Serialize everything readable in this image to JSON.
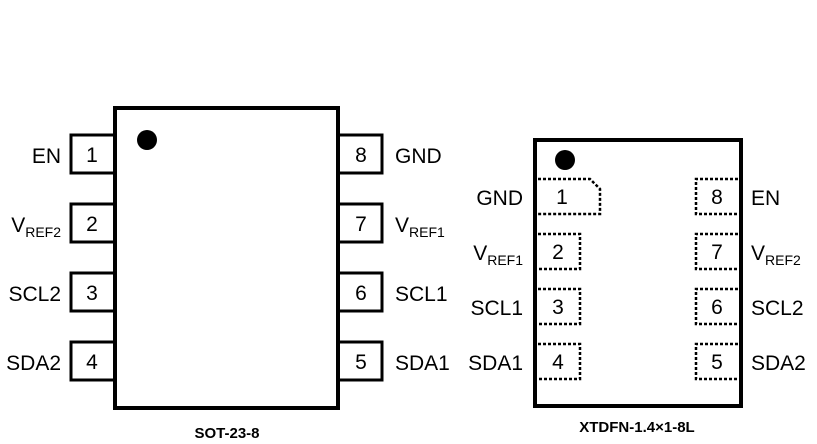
{
  "packages": [
    {
      "name": "SOT-23-8",
      "left_pins": [
        {
          "num": "1",
          "label": "EN",
          "sub": ""
        },
        {
          "num": "2",
          "label": "V",
          "sub": "REF2"
        },
        {
          "num": "3",
          "label": "SCL2",
          "sub": ""
        },
        {
          "num": "4",
          "label": "SDA2",
          "sub": ""
        }
      ],
      "right_pins": [
        {
          "num": "8",
          "label": "GND",
          "sub": ""
        },
        {
          "num": "7",
          "label": "V",
          "sub": "REF1"
        },
        {
          "num": "6",
          "label": "SCL1",
          "sub": ""
        },
        {
          "num": "5",
          "label": "SDA1",
          "sub": ""
        }
      ]
    },
    {
      "name": "XTDFN-1.4×1-8L",
      "left_pins": [
        {
          "num": "1",
          "label": "GND",
          "sub": ""
        },
        {
          "num": "2",
          "label": "V",
          "sub": "REF1"
        },
        {
          "num": "3",
          "label": "SCL1",
          "sub": ""
        },
        {
          "num": "4",
          "label": "SDA1",
          "sub": ""
        }
      ],
      "right_pins": [
        {
          "num": "8",
          "label": "EN",
          "sub": ""
        },
        {
          "num": "7",
          "label": "V",
          "sub": "REF2"
        },
        {
          "num": "6",
          "label": "SCL2",
          "sub": ""
        },
        {
          "num": "5",
          "label": "SDA2",
          "sub": ""
        }
      ]
    }
  ]
}
